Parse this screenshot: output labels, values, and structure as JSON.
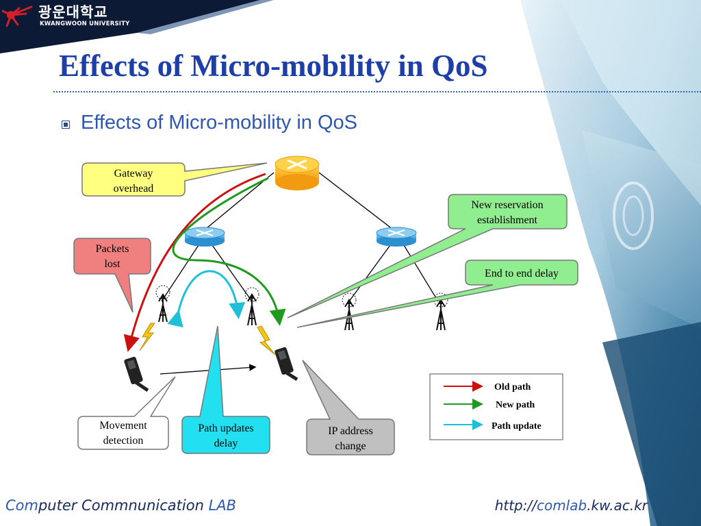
{
  "university": {
    "name_kr": "광운대학교",
    "name_en": "KWANGWOON UNIVERSITY"
  },
  "slide": {
    "title": "Effects of Micro-mobility in QoS",
    "bullet": "Effects of Micro-mobility in QoS"
  },
  "diagram": {
    "callouts": {
      "gateway_overhead": [
        "Gateway",
        "overhead"
      ],
      "packets_lost": [
        "Packets",
        "lost"
      ],
      "new_reservation": [
        "New reservation",
        "establishment"
      ],
      "end_to_end_delay": [
        "End to end delay"
      ],
      "movement_detection": [
        "Movement",
        "detection"
      ],
      "path_updates_delay": [
        "Path updates",
        "delay"
      ],
      "ip_address_change": [
        "IP address",
        "change"
      ]
    },
    "legend": [
      {
        "label": "Old path",
        "color": "#cc1010"
      },
      {
        "label": "New path",
        "color": "#1e9a1e"
      },
      {
        "label": "Path update",
        "color": "#1ec0d8"
      }
    ]
  },
  "footer": {
    "left_part1": "Com",
    "left_part2": "puter Commnunication ",
    "left_lab": "LAB",
    "right_part1": "http://",
    "right_lab": "comlab",
    "right_part2": ".kw.ac.kr"
  },
  "colors": {
    "title": "#1f3fa8",
    "bullet_text": "#2e57b0",
    "gateway_callout": "#ffff80",
    "packets_callout": "#f08080",
    "green_callout": "#90ee90",
    "cyan_callout": "#22e0f0",
    "gray_callout": "#c0c0c0"
  }
}
